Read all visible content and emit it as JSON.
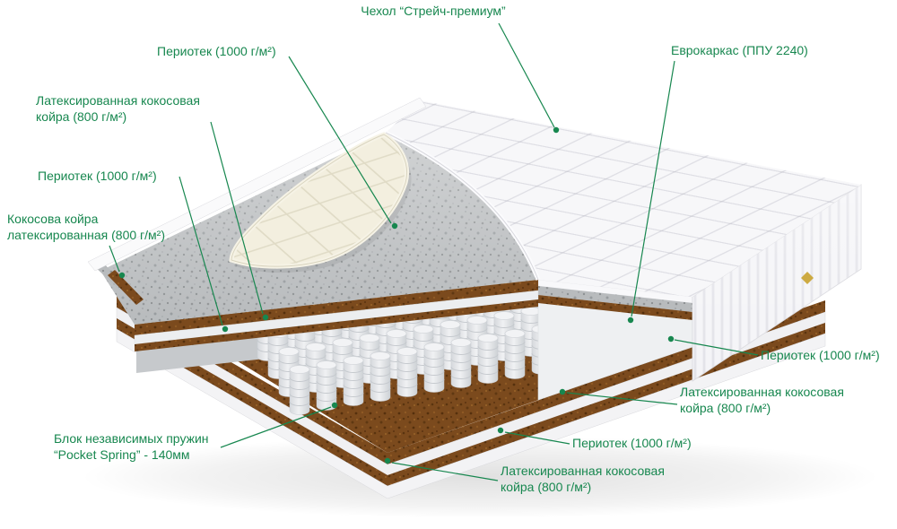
{
  "diagram": {
    "colors": {
      "accent": "#17874f",
      "coir_brown": "#7b4a1d",
      "felt_gray": "#b8bbbd",
      "foam_white": "#eef0f2"
    },
    "labels": {
      "cover": "Чехол “Стрейч-премиум”",
      "periotek_top": "Периотек (1000 г/м²)",
      "coir_top_left": "Латексированная кокосовая\nкойра (800 г/м²)",
      "periotek_left": "Периотек (1000 г/м²)",
      "coir_left": "Кокосова койра\nлатексированная (800 г/м²)",
      "springs": "Блок независимых пружин\n“Pocket Spring” - 140мм",
      "eurocarcass": "Еврокаркас (ППУ 2240)",
      "periotek_right": "Периотек (1000 г/м²)",
      "coir_right": "Латексированная кокосовая\nкойра (800 г/м²)",
      "periotek_bottom": "Периотек (1000 г/м²)",
      "coir_bottom": "Латексированная кокосовая\nкойра (800 г/м²)"
    }
  }
}
